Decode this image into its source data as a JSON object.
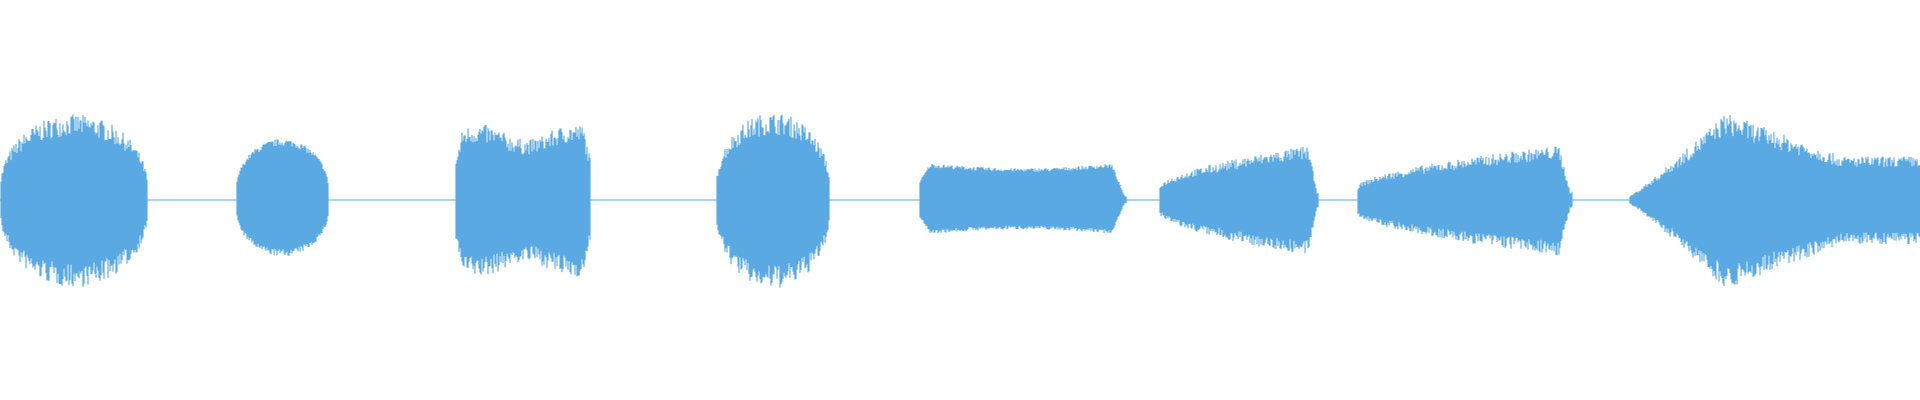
{
  "waveform": {
    "color": "#5aa9e2",
    "background": "#ffffff",
    "segments": [
      {
        "shape": "dome-rough",
        "level": 0.52
      },
      {
        "shape": "dome",
        "level": 0.4
      },
      {
        "shape": "flat-rough",
        "level": 0.46
      },
      {
        "shape": "dome-rough",
        "level": 0.53
      },
      {
        "shape": "flat-taper",
        "level": 0.26
      },
      {
        "shape": "rising-rough",
        "level": 0.34
      },
      {
        "shape": "rising-rough",
        "level": 0.34
      },
      {
        "shape": "peak-then-flat",
        "level": 0.53
      }
    ]
  }
}
